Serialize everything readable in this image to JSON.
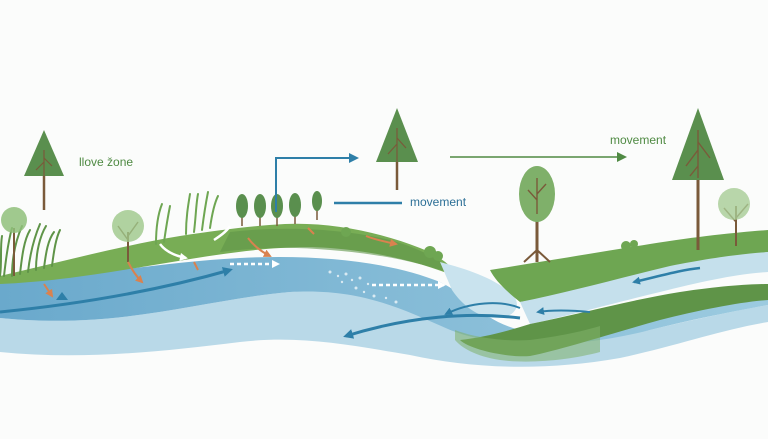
{
  "labels": {
    "zone": "llove žone",
    "movement_center": "movement",
    "movement_right": "movement"
  },
  "colors": {
    "background": "#fbfcfb",
    "water_light": "#b6d6e6",
    "water_mid": "#8fc3dc",
    "water_deep": "#6aa9cc",
    "bank_green": "#5f9448",
    "grass": "#78ad55",
    "tree_green": "#5a8f4e",
    "trunk": "#7a5a3a",
    "flow_arrow": "#2e7fa8",
    "sediment_arrow": "#d9824f",
    "label_green": "#4f8a43",
    "label_blue": "#2c6f96"
  },
  "icons": [
    "conifer-tree-icon",
    "deciduous-tree-icon",
    "flow-arrow-icon"
  ]
}
